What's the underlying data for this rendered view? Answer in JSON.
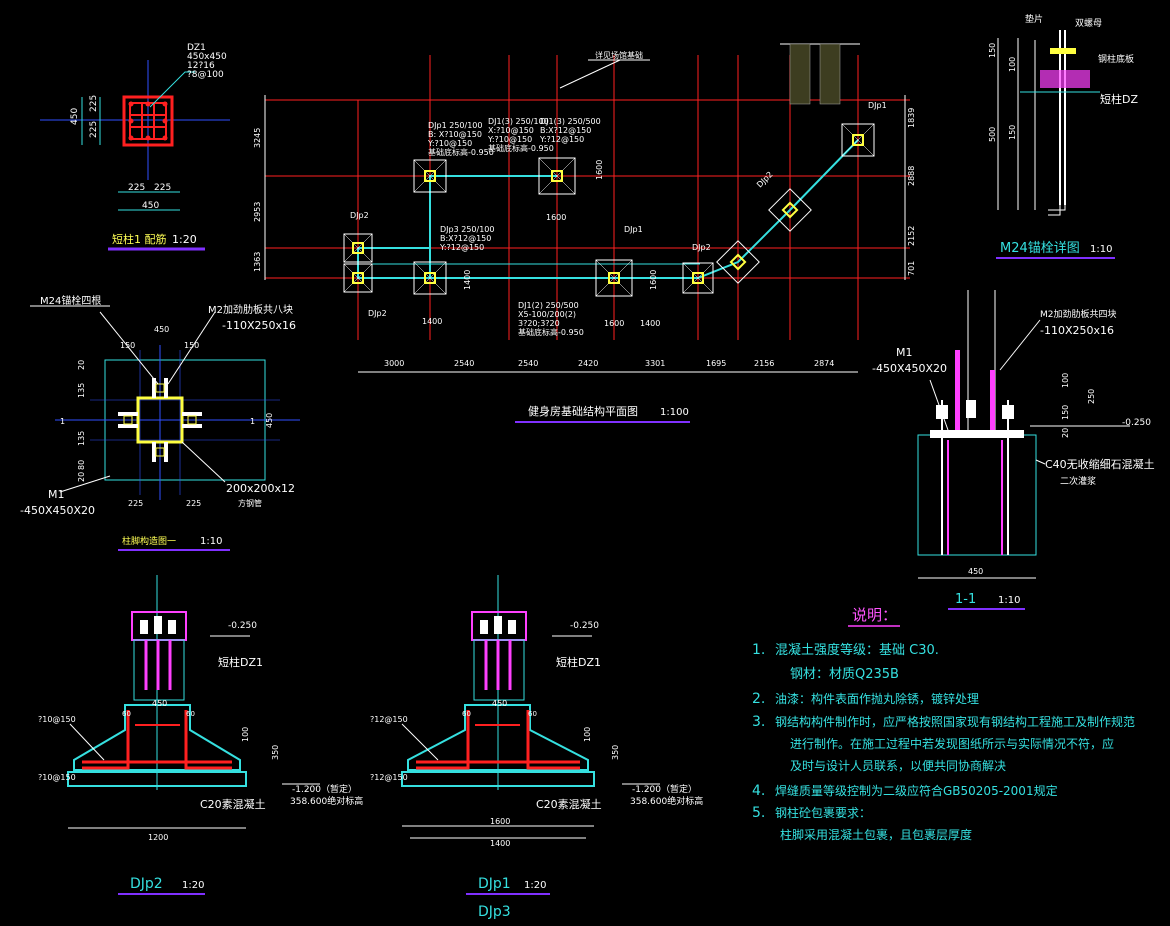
{
  "colors": {
    "bg": "#000000",
    "cyan": "#35e0e0",
    "red": "#ff2020",
    "yellow": "#ffff40",
    "white": "#ffffff",
    "magenta": "#ff40ff",
    "green": "#8af08a",
    "blue": "#3050ff",
    "purple": "#8030ff"
  },
  "column_section": {
    "callout": [
      "DZ1",
      "450x450",
      "12?16",
      "?8@100"
    ],
    "dims_v": [
      "450",
      "225",
      "225"
    ],
    "dims_h": [
      "225",
      "225",
      "450"
    ],
    "title": "短柱1 配筋",
    "scale": "1:20"
  },
  "plan": {
    "title": "健身房基础结构平面图",
    "scale": "1:100",
    "note_top": "详见场馆基础",
    "labels": {
      "djp2_tl": "DJp2",
      "djp2_bl": "DJp2",
      "djp1": "DJp1",
      "djp2_mid": "DJp2",
      "djp2_diag": "DJp2",
      "djp1_tr": "DJp1",
      "n1": [
        "DJp1 250/100",
        "B: X?10@150",
        "Y:?10@150",
        "基础底标高-0.950"
      ],
      "n2": [
        "DJ1(3) 250/500",
        "B:X?12@150",
        "Y:?12@150"
      ],
      "n3": [
        "DJ1(3) 250/100",
        "X:?10@150",
        "Y:?10@150",
        "基础底标高-0.950"
      ],
      "n4": [
        "DJp3 250/100",
        "B:X?12@150",
        "Y:?12@150"
      ],
      "n5": [
        "DJ1(2) 250/500",
        "X5-100/200(2)",
        "3?20;3?20",
        "基础底标高-0.950"
      ]
    },
    "bottom_dims": [
      "3000",
      "2540",
      "2540",
      "2420",
      "3301",
      "1695",
      "2156",
      "2874"
    ],
    "left_dims": [
      "3245",
      "2953",
      "1363"
    ],
    "right_dims": [
      "1839",
      "2888",
      "2152",
      "701"
    ],
    "pad_dims": [
      "1600",
      "1600",
      "1400",
      "1600",
      "1400",
      "1600",
      "1400"
    ]
  },
  "anchor_detail": {
    "labels": {
      "washer": "垫片",
      "nut": "双螺母",
      "plate": "钢柱底板",
      "col": "短柱DZ"
    },
    "dims": [
      "150",
      "100",
      "500",
      "150"
    ],
    "title": "M24锚栓详图",
    "scale": "1:10"
  },
  "base_plate": {
    "m24": "M24锚栓四根",
    "m2": "M2加劲肋板共八块",
    "m2_size": "-110X250x16",
    "dims_top": [
      "450",
      "150",
      "150"
    ],
    "dims_left": [
      "20",
      "135",
      "135",
      "80",
      "20"
    ],
    "dims_bottom": [
      "225",
      "225"
    ],
    "dims_right": "450",
    "tube": "200x200x12",
    "tube_note": "方钢管",
    "m1": "M1",
    "m1_size": "-450X450X20",
    "title": "柱脚构造图一",
    "scale": "1:10",
    "section": "1"
  },
  "section11": {
    "m2": "M2加劲肋板共四块",
    "m2_size": "-110X250x16",
    "m1": "M1",
    "m1_size": "-450X450X20",
    "dims": [
      "100",
      "150",
      "250",
      "20",
      "-0.250"
    ],
    "c40": "C40无收缩细石混凝土",
    "c40b": "二次灌浆",
    "width": "450",
    "title": "1-1",
    "scale": "1:10"
  },
  "footing_left": {
    "elev_top": "-0.250",
    "dz": "短柱DZ1",
    "w450": "450",
    "d60a": "60",
    "d60b": "60",
    "bar_top": "?10@150",
    "bar_bot": "?10@150",
    "h100": "100",
    "h350": "350",
    "elev_bot": "-1.200（暂定）",
    "elev_abs": "358.600绝对标高",
    "c20": "C20素混凝土",
    "width": "1200",
    "title": "DJp2",
    "scale": "1:20"
  },
  "footing_right": {
    "elev_top": "-0.250",
    "dz": "短柱DZ1",
    "w450": "450",
    "d60a": "60",
    "d60b": "60",
    "bar_top": "?12@150",
    "bar_bot": "?12@150",
    "h100": "100",
    "h350": "350",
    "elev_bot": "-1.200（暂定）",
    "elev_abs": "358.600绝对标高",
    "c20": "C20素混凝土",
    "width1": "1600",
    "width2": "1400",
    "title": "DJp1",
    "title2": "DJp3",
    "scale": "1:20"
  },
  "notes": {
    "heading": "说明：",
    "n1": "1.",
    "t1": "混凝土强度等级：基础 C30.",
    "t1b": "钢材：材质Q235B",
    "n2": "2.",
    "t2": "油漆：构件表面作抛丸除锈，镀锌处理",
    "n3": "3.",
    "t3": "钢结构构件制作时，应严格按照国家现有钢结构工程施工及制作规范",
    "t3b": "进行制作。在施工过程中若发现图纸所示与实际情况不符，应",
    "t3c": "及时与设计人员联系，以便共同协商解决",
    "n4": "4.",
    "t4": "焊缝质量等级控制为二级应符合GB50205-2001规定",
    "n5": "5.",
    "t5": "钢柱砼包裹要求：",
    "t5b": "柱脚采用混凝土包裹，且包裹层厚度"
  }
}
